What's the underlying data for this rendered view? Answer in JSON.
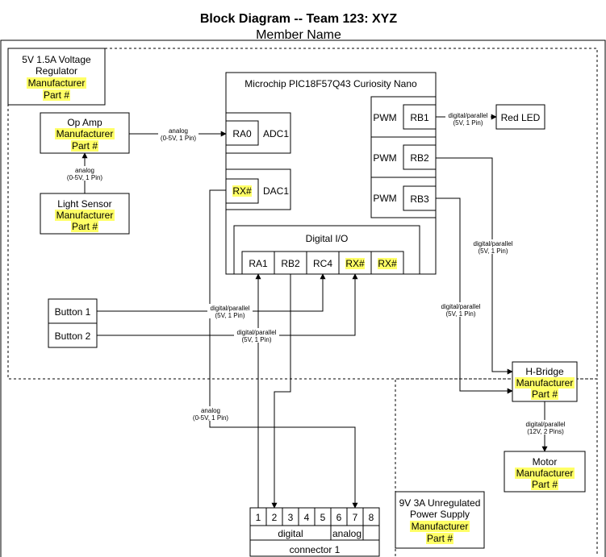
{
  "title": "Block Diagram -- Team 123: XYZ",
  "subtitle": "Member Name",
  "regulator": {
    "line1": "5V 1.5A Voltage",
    "line2": "Regulator",
    "mfr": "Manufacturer",
    "part": "Part #"
  },
  "op_amp": {
    "name": "Op Amp",
    "mfr": "Manufacturer",
    "part": "Part #"
  },
  "light_sensor": {
    "name": "Light Sensor",
    "mfr": "Manufacturer",
    "part": "Part #"
  },
  "mcu": {
    "name": "Microchip PIC18F57Q43 Curiosity Nano",
    "ra0": "RA0",
    "adc1": "ADC1",
    "rx_dac": "RX#",
    "dac1": "DAC1",
    "pwm1": "PWM",
    "rb1": "RB1",
    "pwm2": "PWM",
    "rb2": "RB2",
    "pwm3": "PWM",
    "rb3": "RB3",
    "digital_io": "Digital I/O",
    "io_pins": [
      "RA1",
      "RB2",
      "RC4",
      "RX#",
      "RX#"
    ]
  },
  "red_led": "Red LED",
  "button1": "Button 1",
  "button2": "Button 2",
  "h_bridge": {
    "name": "H-Bridge",
    "mfr": "Manufacturer",
    "part": "Part #"
  },
  "motor": {
    "name": "Motor",
    "mfr": "Manufacturer",
    "part": "Part #"
  },
  "power_supply": {
    "line1": "9V 3A Unregulated",
    "line2": "Power Supply",
    "mfr": "Manufacturer",
    "part": "Part #"
  },
  "connector": {
    "pins": [
      "1",
      "2",
      "3",
      "4",
      "5",
      "6",
      "7",
      "8"
    ],
    "digital": "digital",
    "analog": "analog",
    "name": "connector 1"
  },
  "labels": {
    "analog_opamp_adc": [
      "analog",
      "(0-5V, 1 Pin)"
    ],
    "analog_sensor_opamp": [
      "analog",
      "(0-5V, 1 Pin)"
    ],
    "rb1_led": [
      "digital/parallel",
      "(5V, 1 Pin)"
    ],
    "rb2_hbridge": [
      "digital/parallel",
      "(5V, 1 Pin)"
    ],
    "rb3_hbridge": [
      "digital/parallel",
      "(5V, 1 Pin)"
    ],
    "button1": [
      "digital/parallel",
      "(5V, 1 Pin)"
    ],
    "button2": [
      "digital/parallel",
      "(5V, 1 Pin)"
    ],
    "hbridge_motor": [
      "digital/parallel",
      "(12V, 2 Pins)"
    ],
    "analog_connector": [
      "analog",
      "(0-5V, 1 Pin)"
    ]
  }
}
